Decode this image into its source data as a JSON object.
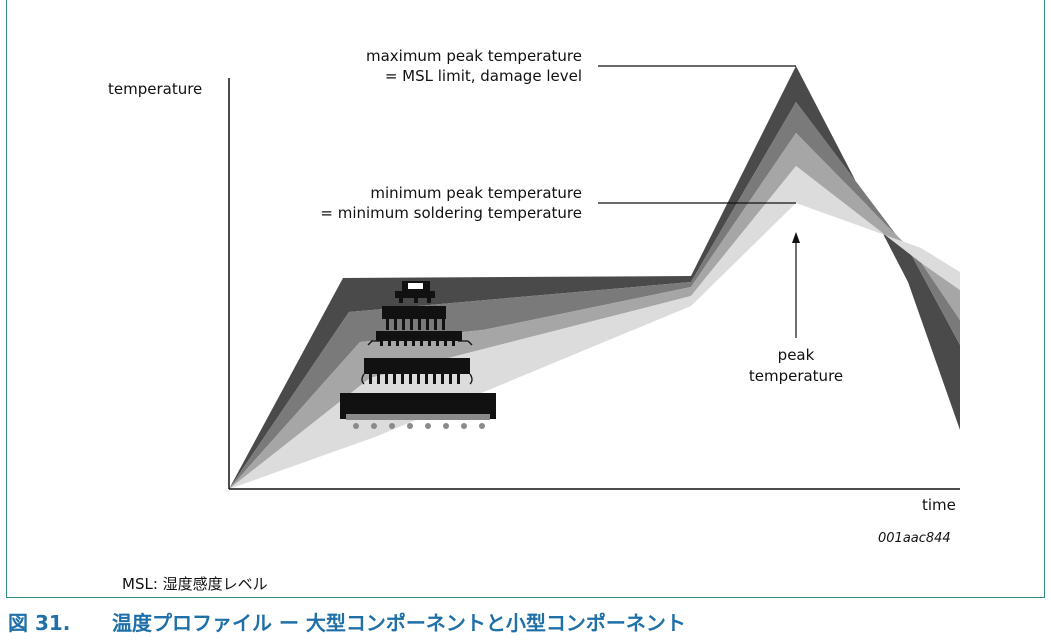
{
  "figure": {
    "axis_y_label": "temperature",
    "axis_x_label": "time",
    "max_peak_line1": "maximum peak temperature",
    "max_peak_line2": "= MSL limit, damage level",
    "min_peak_line1": "minimum peak temperature",
    "min_peak_line2": "= minimum soldering temperature",
    "peak_line1": "peak",
    "peak_line2": "temperature",
    "figure_code": "001aac844",
    "colors": {
      "profile_largest": "#4a4a4a",
      "profile_large": "#7a7a7a",
      "profile_medium": "#a6a6a6",
      "profile_small": "#dcdcdc",
      "component": "#111111",
      "frame": "#2f8d86",
      "caption": "#1f6fa8"
    },
    "icons": [
      "small-component-icon",
      "sop-component-icon",
      "qfp-component-icon",
      "soj-component-icon",
      "bga-component-icon"
    ]
  },
  "note": "MSL: 湿度感度レベル",
  "caption": {
    "number": "図 31.",
    "title": "温度プロファイル ー 大型コンポーネントと小型コンポーネント"
  }
}
